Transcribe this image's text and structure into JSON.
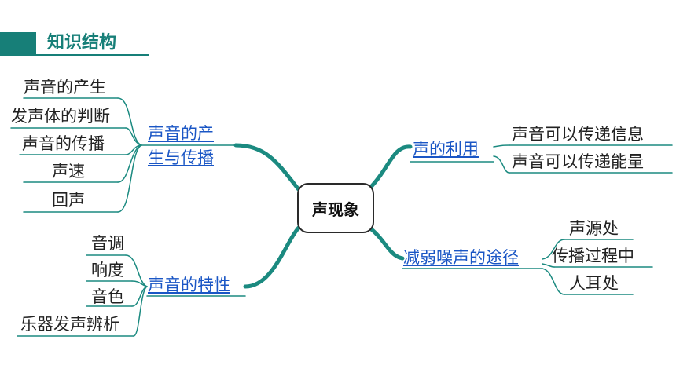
{
  "header": {
    "title": "知识结构"
  },
  "center": {
    "label": "声现象"
  },
  "branches": {
    "production": {
      "line1": "声音的产",
      "line2": "生与传播",
      "leaves": [
        "声音的产生",
        "发声体的判断",
        "声音的传播",
        "声速",
        "回声"
      ]
    },
    "characteristics": {
      "label": "声音的特性",
      "leaves": [
        "音调",
        "响度",
        "音色",
        "乐器发声辨析"
      ]
    },
    "uses": {
      "label": "声的利用",
      "leaves": [
        "声音可以传递信息",
        "声音可以传递能量"
      ]
    },
    "noise": {
      "label": "减弱噪声的途径",
      "leaves": [
        "声源处",
        "传播过程中",
        "人耳处"
      ]
    }
  },
  "colors": {
    "accent": "#177f78",
    "link": "#1a56c5",
    "line": "#1b8a80"
  }
}
